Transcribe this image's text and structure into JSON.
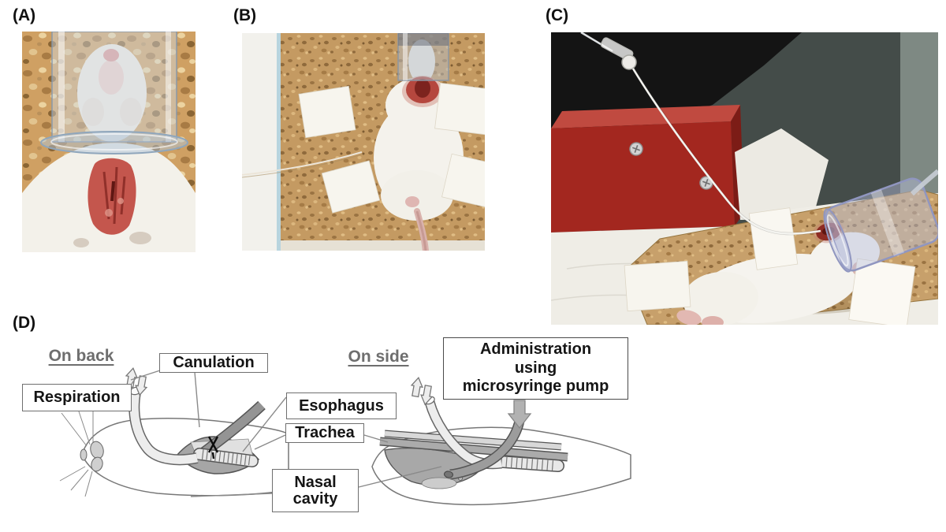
{
  "figure": {
    "panel_a_label": "(A)",
    "panel_b_label": "(B)",
    "panel_c_label": "(C)",
    "panel_d_label": "(D)"
  },
  "diagram": {
    "heading_left": "On back",
    "heading_right": "On side",
    "label_respiration": "Respiration",
    "label_canulation": "Canulation",
    "label_esophagus": "Esophagus",
    "label_trachea": "Trachea",
    "label_nasal_line1": "Nasal",
    "label_nasal_line2": "cavity",
    "label_admin_line1": "Administration",
    "label_admin_line2": "using",
    "label_admin_line3": "microsyringe pump"
  },
  "palette": {
    "cork_board": "#c49a62",
    "bedding": "#cfa063",
    "pump_red": "#a3271f",
    "wound_red": "#b5473e",
    "fur_white": "#f4f2ec",
    "diagram_heading_gray": "#6e6e6e",
    "backdrop_dark": "#444c49"
  }
}
